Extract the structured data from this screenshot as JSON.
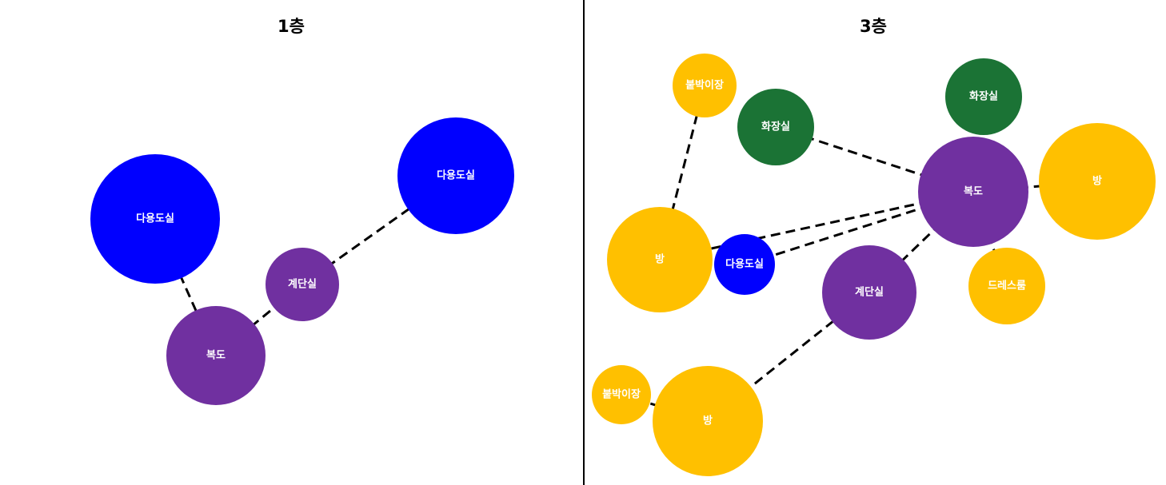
{
  "colors": {
    "multipurpose": "#0000ff",
    "circulation": "#7030a0",
    "room": "#ffc000",
    "bathroom": "#1b7335",
    "divider": "#000000"
  },
  "panels": [
    {
      "title": "1층",
      "nodes": [
        {
          "id": "p1-multi-a",
          "label": "다용도실",
          "category": "multipurpose"
        },
        {
          "id": "p1-multi-b",
          "label": "다용도실",
          "category": "multipurpose"
        },
        {
          "id": "p1-stair",
          "label": "계단실",
          "category": "circulation"
        },
        {
          "id": "p1-hall",
          "label": "복도",
          "category": "circulation"
        }
      ],
      "edges": [
        [
          "p1-multi-a",
          "p1-hall"
        ],
        [
          "p1-hall",
          "p1-stair"
        ],
        [
          "p1-stair",
          "p1-multi-b"
        ]
      ]
    },
    {
      "title": "3층",
      "nodes": [
        {
          "id": "p3-closet-a",
          "label": "붙박이장",
          "category": "room"
        },
        {
          "id": "p3-bath-a",
          "label": "화장실",
          "category": "bathroom"
        },
        {
          "id": "p3-bath-b",
          "label": "화장실",
          "category": "bathroom"
        },
        {
          "id": "p3-hall",
          "label": "복도",
          "category": "circulation"
        },
        {
          "id": "p3-room-a",
          "label": "방",
          "category": "room"
        },
        {
          "id": "p3-room-b",
          "label": "방",
          "category": "room"
        },
        {
          "id": "p3-multi",
          "label": "다용도실",
          "category": "multipurpose"
        },
        {
          "id": "p3-stair",
          "label": "계단실",
          "category": "circulation"
        },
        {
          "id": "p3-dress",
          "label": "드레스룸",
          "category": "room"
        },
        {
          "id": "p3-closet-b",
          "label": "붙박이장",
          "category": "room"
        },
        {
          "id": "p3-room-c",
          "label": "방",
          "category": "room"
        }
      ],
      "edges": [
        [
          "p3-closet-a",
          "p3-room-b"
        ],
        [
          "p3-bath-a",
          "p3-hall"
        ],
        [
          "p3-hall",
          "p3-room-a"
        ],
        [
          "p3-hall",
          "p3-room-b"
        ],
        [
          "p3-hall",
          "p3-multi"
        ],
        [
          "p3-hall",
          "p3-stair"
        ],
        [
          "p3-hall",
          "p3-dress"
        ],
        [
          "p3-stair",
          "p3-room-c"
        ],
        [
          "p3-closet-b",
          "p3-room-c"
        ]
      ]
    }
  ]
}
